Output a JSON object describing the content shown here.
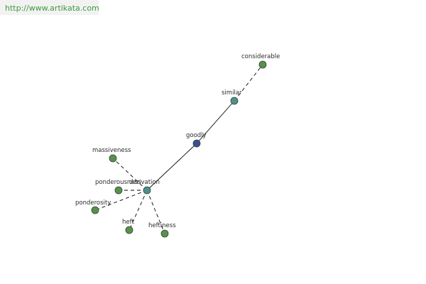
{
  "header": {
    "url": "http://www.artikata.com"
  },
  "graph": {
    "colors": {
      "synonym": "#5a8f4f",
      "relation": "#4f8f8f",
      "root": "#3a4e9a",
      "stroke": "#2d4a2d",
      "edge": "#000000"
    },
    "nodes": [
      {
        "id": "considerable",
        "label": "considerable",
        "type": "synonym"
      },
      {
        "id": "similar",
        "label": "similar",
        "type": "relation"
      },
      {
        "id": "goodly",
        "label": "goodly",
        "type": "root"
      },
      {
        "id": "massiveness",
        "label": "massiveness",
        "type": "synonym"
      },
      {
        "id": "ponderousness",
        "label": "ponderousness",
        "type": "synonym"
      },
      {
        "id": "derivation",
        "label": "derivation",
        "type": "relation"
      },
      {
        "id": "ponderosity",
        "label": "ponderosity",
        "type": "synonym"
      },
      {
        "id": "heft",
        "label": "heft",
        "type": "synonym"
      },
      {
        "id": "heftiness",
        "label": "heftiness",
        "type": "synonym"
      }
    ],
    "edges": [
      {
        "from": "goodly",
        "to": "similar",
        "style": "solid"
      },
      {
        "from": "similar",
        "to": "considerable",
        "style": "dashed"
      },
      {
        "from": "goodly",
        "to": "derivation",
        "style": "solid"
      },
      {
        "from": "derivation",
        "to": "massiveness",
        "style": "dashed"
      },
      {
        "from": "derivation",
        "to": "ponderousness",
        "style": "dashed"
      },
      {
        "from": "derivation",
        "to": "ponderosity",
        "style": "dashed"
      },
      {
        "from": "derivation",
        "to": "heft",
        "style": "dashed"
      },
      {
        "from": "derivation",
        "to": "heftiness",
        "style": "dashed"
      }
    ]
  }
}
